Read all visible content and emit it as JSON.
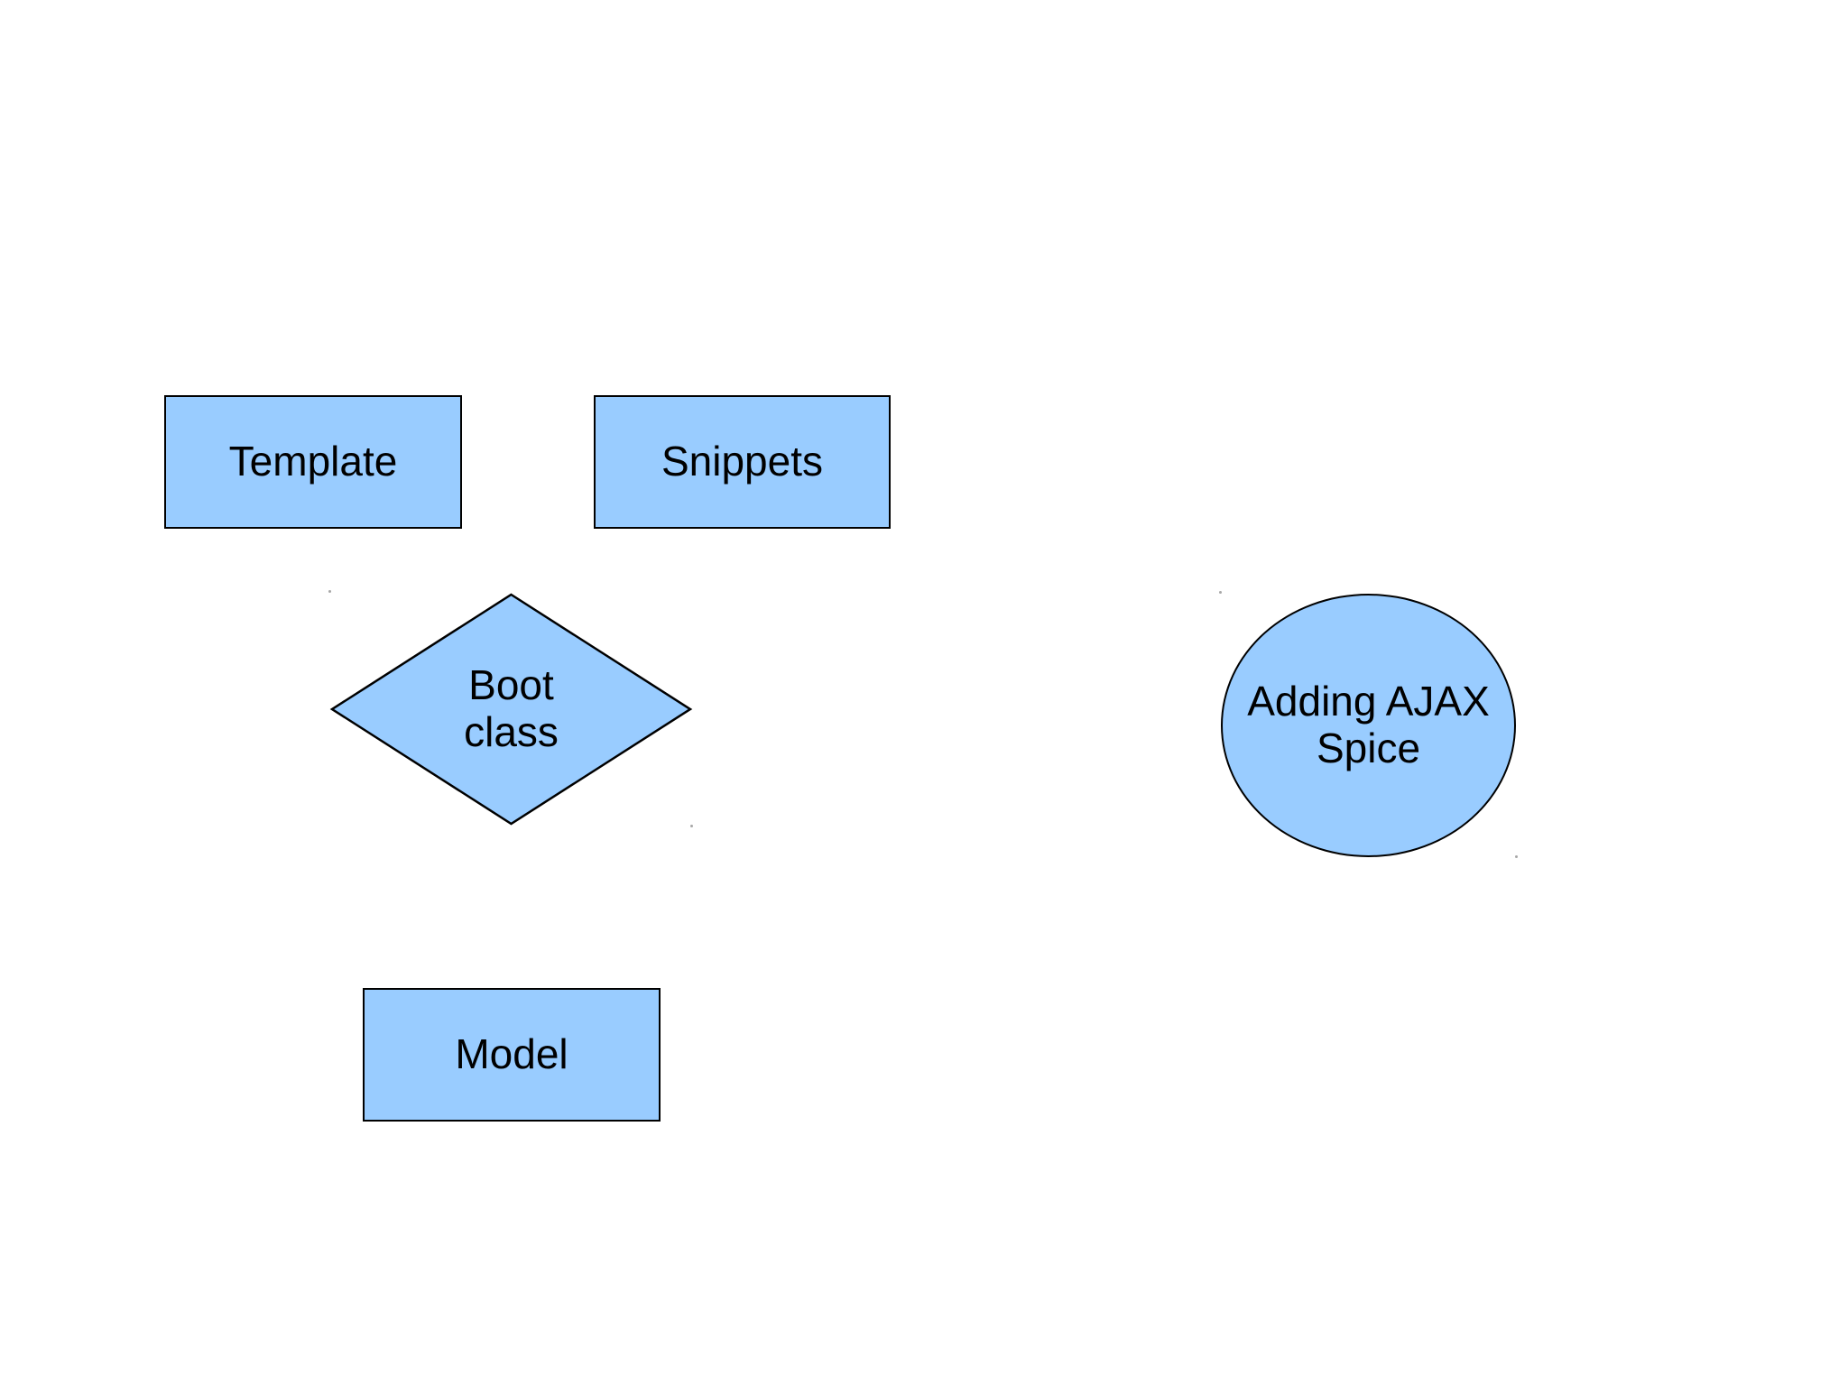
{
  "figure": {
    "type": "flowchart-diagram"
  },
  "style": {
    "shape_fill": "#99ccff",
    "shape_border": "#000000",
    "label_color": "#000000",
    "canvas_background": "#ffffff"
  },
  "shapes": [
    {
      "id": "template",
      "type": "rectangle",
      "label": "Template"
    },
    {
      "id": "snippets",
      "type": "rectangle",
      "label": "Snippets"
    },
    {
      "id": "boot-class",
      "type": "diamond",
      "label": "Boot\nclass"
    },
    {
      "id": "adding-ajax-spice",
      "type": "ellipse",
      "label": "Adding AJAX\nSpice"
    },
    {
      "id": "model",
      "type": "rectangle",
      "label": "Model"
    }
  ]
}
